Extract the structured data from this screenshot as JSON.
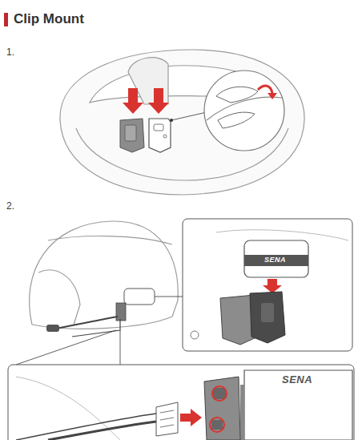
{
  "diagram": {
    "title": "Clip Mount",
    "labels": [
      "1.",
      "2.",
      "SENA",
      "SENA"
    ]
  }
}
